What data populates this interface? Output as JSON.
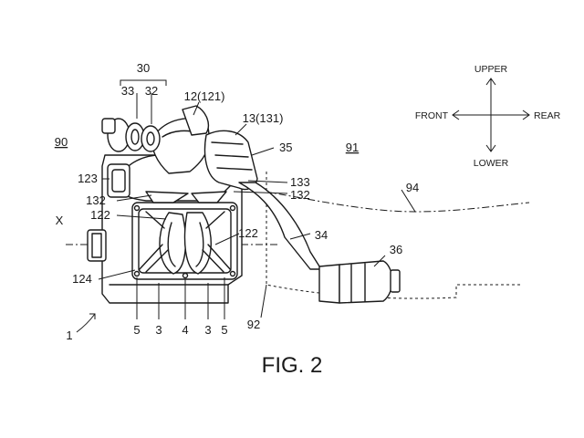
{
  "figure": {
    "caption": "FIG. 2"
  },
  "compass": {
    "upper": "UPPER",
    "lower": "LOWER",
    "front": "FRONT",
    "rear": "REAR"
  },
  "refs": {
    "r30": "30",
    "r33": "33",
    "r32": "32",
    "r12": "12(121)",
    "r13": "13(131)",
    "r90": "90",
    "r91": "91",
    "r35": "35",
    "r123": "123",
    "r133": "133",
    "r132a": "132",
    "r132b": "132",
    "r94": "94",
    "rX": "X",
    "r122a": "122",
    "r122b": "122",
    "r34": "34",
    "r36": "36",
    "r124": "124",
    "r1": "1",
    "r92": "92",
    "r5a": "5",
    "r3a": "3",
    "r4": "4",
    "r3b": "3",
    "r5b": "5"
  }
}
